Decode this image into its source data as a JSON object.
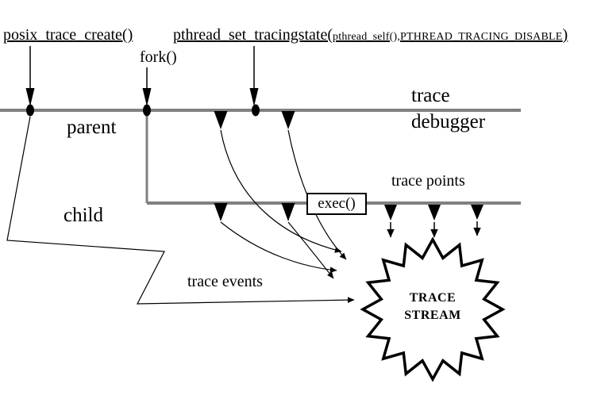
{
  "labels": {
    "posix_trace_create": "posix_trace_create()",
    "fork": "fork()",
    "pthread_main": "pthread_set_tracingstate(",
    "pthread_args": "pthread_self(),PTHREAD_TRACING_DISABLE",
    "pthread_close": ")",
    "trace": "trace",
    "debugger": "debugger",
    "parent": "parent",
    "child": "child",
    "trace_points": "trace points",
    "exec": "exec()",
    "trace_events": "trace events",
    "trace_stream_line1": "TRACE",
    "trace_stream_line2": "STREAM"
  },
  "colors": {
    "timeline_gray": "#808080",
    "ink_black": "#000000",
    "background": "#ffffff"
  }
}
